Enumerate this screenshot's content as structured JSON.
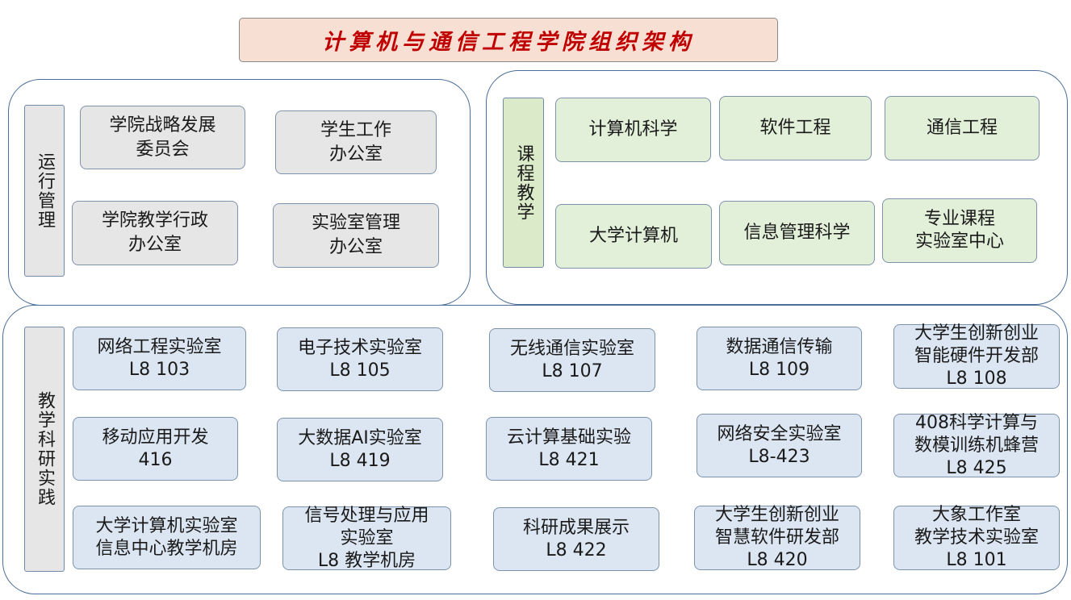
{
  "title": "计算机与通信工程学院组织架构",
  "operations": {
    "label": "运行管理",
    "units": [
      {
        "name": "学院战略发展\n委员会"
      },
      {
        "name": "学生工作\n办公室"
      },
      {
        "name": "学院教学行政\n办公室"
      },
      {
        "name": "实验室管理\n办公室"
      }
    ]
  },
  "curriculum": {
    "label": "课程教学",
    "units": [
      {
        "name": "计算机科学"
      },
      {
        "name": "软件工程"
      },
      {
        "name": "通信工程"
      },
      {
        "name": "大学计算机"
      },
      {
        "name": "信息管理科学"
      },
      {
        "name": "专业课程\n实验室中心"
      }
    ]
  },
  "research": {
    "label": "教学科研实践",
    "labs": [
      {
        "name": "网络工程实验室\nL8 103"
      },
      {
        "name": "电子技术实验室\nL8 105"
      },
      {
        "name": "无线通信实验室\nL8 107"
      },
      {
        "name": "数据通信传输\nL8 109"
      },
      {
        "name": "大学生创新创业\n智能硬件开发部\nL8 108"
      },
      {
        "name": "移动应用开发\n416"
      },
      {
        "name": "大数据AI实验室\nL8  419"
      },
      {
        "name": "云计算基础实验\nL8 421"
      },
      {
        "name": "网络安全实验室\nL8-423"
      },
      {
        "name": "408科学计算与\n数模训练机蜂营\nL8 425"
      },
      {
        "name": "大学计算机实验室\n信息中心教学机房"
      },
      {
        "name": "信号处理与应用\n实验室\nL8 教学机房"
      },
      {
        "name": "科研成果展示\nL8 422"
      },
      {
        "name": "大学生创新创业\n智慧软件研发部\nL8 420"
      },
      {
        "name": "大象工作室\n教学技术实验室\nL8 101"
      }
    ]
  }
}
